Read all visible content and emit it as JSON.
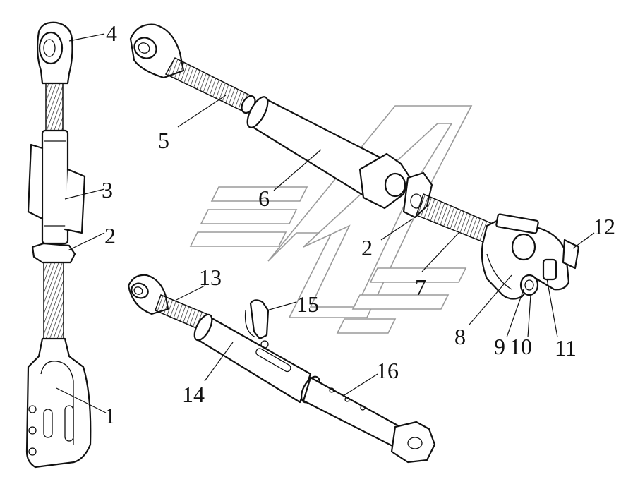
{
  "labels": {
    "l1": "1",
    "l2a": "2",
    "l2b": "2",
    "l3": "3",
    "l4": "4",
    "l5": "5",
    "l6": "6",
    "l7": "7",
    "l8": "8",
    "l9": "9",
    "l10": "10",
    "l11": "11",
    "l12": "12",
    "l13": "13",
    "l14": "14",
    "l15": "15",
    "l16": "16"
  }
}
